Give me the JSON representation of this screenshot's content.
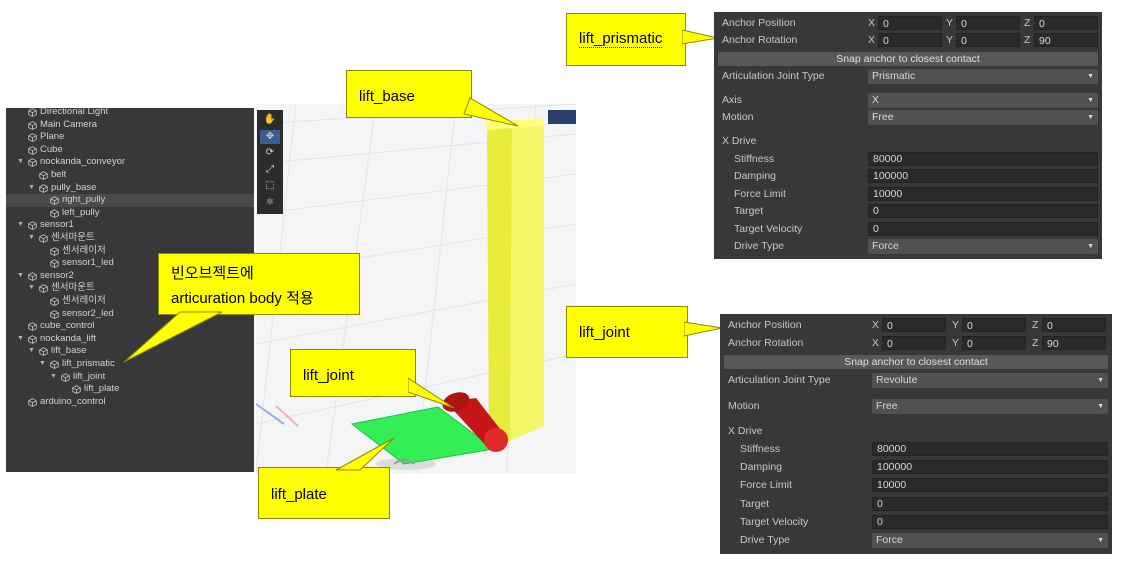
{
  "hierarchy": [
    {
      "label": "Directional Light",
      "indent": 0,
      "arrow": false
    },
    {
      "label": "Main Camera",
      "indent": 0,
      "arrow": false
    },
    {
      "label": "Plane",
      "indent": 0,
      "arrow": false
    },
    {
      "label": "Cube",
      "indent": 0,
      "arrow": false
    },
    {
      "label": "nockanda_conveyor",
      "indent": 0,
      "arrow": true
    },
    {
      "label": "belt",
      "indent": 1,
      "arrow": false
    },
    {
      "label": "pully_base",
      "indent": 1,
      "arrow": true
    },
    {
      "label": "right_pully",
      "indent": 2,
      "arrow": false,
      "selected": true
    },
    {
      "label": "left_pully",
      "indent": 2,
      "arrow": false
    },
    {
      "label": "sensor1",
      "indent": 0,
      "arrow": true
    },
    {
      "label": "센서마운트",
      "indent": 1,
      "arrow": true
    },
    {
      "label": "센서레이저",
      "indent": 2,
      "arrow": false
    },
    {
      "label": "sensor1_led",
      "indent": 2,
      "arrow": false
    },
    {
      "label": "sensor2",
      "indent": 0,
      "arrow": true
    },
    {
      "label": "센서마운트",
      "indent": 1,
      "arrow": true
    },
    {
      "label": "센서레이저",
      "indent": 2,
      "arrow": false
    },
    {
      "label": "sensor2_led",
      "indent": 2,
      "arrow": false
    },
    {
      "label": "cube_control",
      "indent": 0,
      "arrow": false
    },
    {
      "label": "nockanda_lift",
      "indent": 0,
      "arrow": true
    },
    {
      "label": "lift_base",
      "indent": 1,
      "arrow": true
    },
    {
      "label": "lift_prismatic",
      "indent": 2,
      "arrow": true
    },
    {
      "label": "lift_joint",
      "indent": 3,
      "arrow": true
    },
    {
      "label": "lift_plate",
      "indent": 4,
      "arrow": false
    },
    {
      "label": "arduino_control",
      "indent": 0,
      "arrow": false
    }
  ],
  "tools": [
    "hand-tool",
    "move-tool",
    "rotate-tool",
    "scale-tool",
    "rect-tool",
    "transform-tool"
  ],
  "callouts": {
    "lift_prismatic": "lift_prismatic",
    "lift_base": "lift_base",
    "lift_joint_top": "lift_joint",
    "lift_joint_right": "lift_joint",
    "lift_plate": "lift_plate",
    "body_line1": "빈오브젝트에",
    "body_line2": "articuration body 적용"
  },
  "inspectors": [
    {
      "anchor_position_label": "Anchor Position",
      "anchor_position": {
        "x": "0",
        "y": "0",
        "z": "0"
      },
      "anchor_rotation_label": "Anchor Rotation",
      "anchor_rotation": {
        "x": "0",
        "y": "0",
        "z": "90"
      },
      "snap_label": "Snap anchor to closest contact",
      "joint_type_label": "Articulation Joint Type",
      "joint_type": "Prismatic",
      "axis_label": "Axis",
      "axis": "X",
      "motion_label": "Motion",
      "motion": "Free",
      "drive_label": "X Drive",
      "stiffness_label": "Stiffness",
      "stiffness": "80000",
      "damping_label": "Damping",
      "damping": "100000",
      "force_limit_label": "Force Limit",
      "force_limit": "10000",
      "target_label": "Target",
      "target": "0",
      "target_velocity_label": "Target Velocity",
      "target_velocity": "0",
      "drive_type_label": "Drive Type",
      "drive_type": "Force"
    },
    {
      "anchor_position_label": "Anchor Position",
      "anchor_position": {
        "x": "0",
        "y": "0",
        "z": "0"
      },
      "anchor_rotation_label": "Anchor Rotation",
      "anchor_rotation": {
        "x": "0",
        "y": "0",
        "z": "90"
      },
      "snap_label": "Snap anchor to closest contact",
      "joint_type_label": "Articulation Joint Type",
      "joint_type": "Revolute",
      "motion_label": "Motion",
      "motion": "Free",
      "drive_label": "X Drive",
      "stiffness_label": "Stiffness",
      "stiffness": "80000",
      "damping_label": "Damping",
      "damping": "100000",
      "force_limit_label": "Force Limit",
      "force_limit": "10000",
      "target_label": "Target",
      "target": "0",
      "target_velocity_label": "Target Velocity",
      "target_velocity": "0",
      "drive_type_label": "Drive Type",
      "drive_type": "Force"
    }
  ],
  "axis_letters": {
    "x": "X",
    "y": "Y",
    "z": "Z"
  },
  "colors": {
    "callout": "#ffff00",
    "lift_base": "#f0f55a",
    "lift_plate": "#33ee55",
    "lift_joint": "#cc1a1a",
    "panel": "#383838"
  }
}
